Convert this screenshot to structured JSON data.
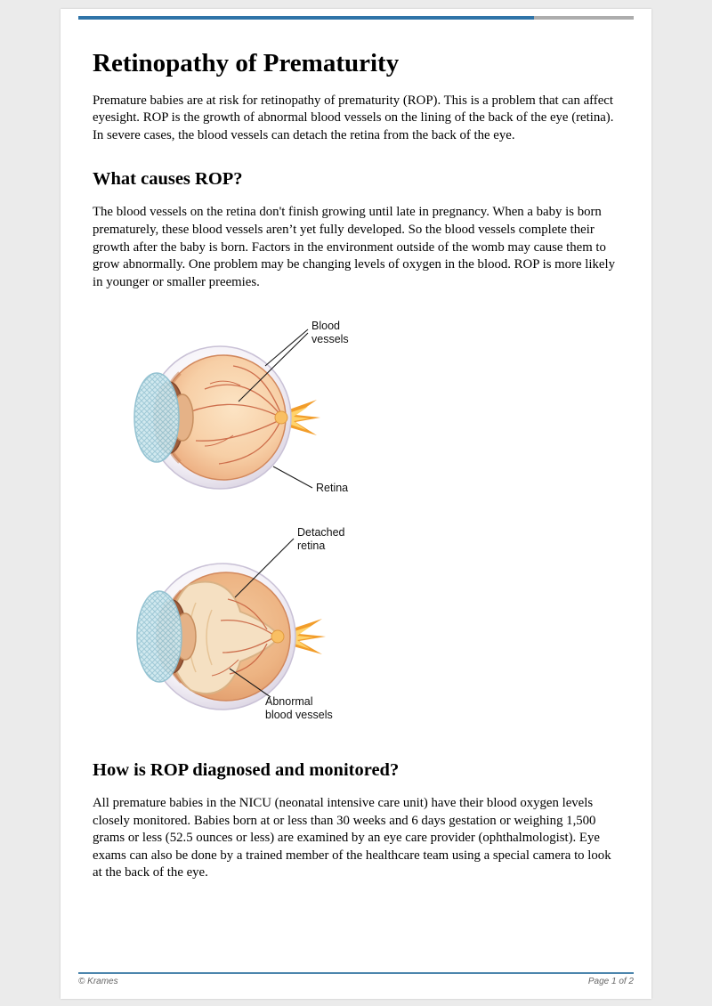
{
  "document": {
    "title": "Retinopathy of Prematurity",
    "intro": "Premature babies are at risk for retinopathy of prematurity (ROP). This is a problem that can affect eyesight. ROP is the growth of abnormal blood vessels on the lining of the back of the eye (retina). In severe cases, the blood vessels can detach the retina from the back of the eye.",
    "section_causes": {
      "heading": "What causes ROP?",
      "body": "The blood vessels on the retina don't finish growing until late in pregnancy. When a baby is born prematurely, these blood vessels aren’t yet fully developed. So the blood vessels complete their growth after the baby is born. Factors in the environment outside of the womb may cause them to grow abnormally. One problem may be changing levels of oxygen in the blood. ROP is more likely in younger or smaller preemies."
    },
    "figures": {
      "normal": {
        "label_blood_vessels": "Blood\nvessels",
        "label_retina": "Retina"
      },
      "detached": {
        "label_detached_retina": "Detached\nretina",
        "label_abnormal_vessels": "Abnormal\nblood vessels"
      }
    },
    "section_diagnosis": {
      "heading": "How is ROP diagnosed and monitored?",
      "body": "All premature babies in the NICU (neonatal intensive care unit) have their blood oxygen levels closely monitored. Babies born at or less than 30 weeks and 6 days gestation or weighing 1,500 grams or less (52.5 ounces or less) are examined by an eye care provider (ophthalmologist). Eye exams can also be done by a trained member of the healthcare team using a special camera to look at the back of the eye."
    },
    "footer": {
      "copyright": "© Krames",
      "page_label": "Page 1 of 2"
    }
  },
  "colors": {
    "rule-blue": "#2f74a8",
    "rule-gray": "#adadad",
    "footer-rule": "#4d86ad"
  }
}
